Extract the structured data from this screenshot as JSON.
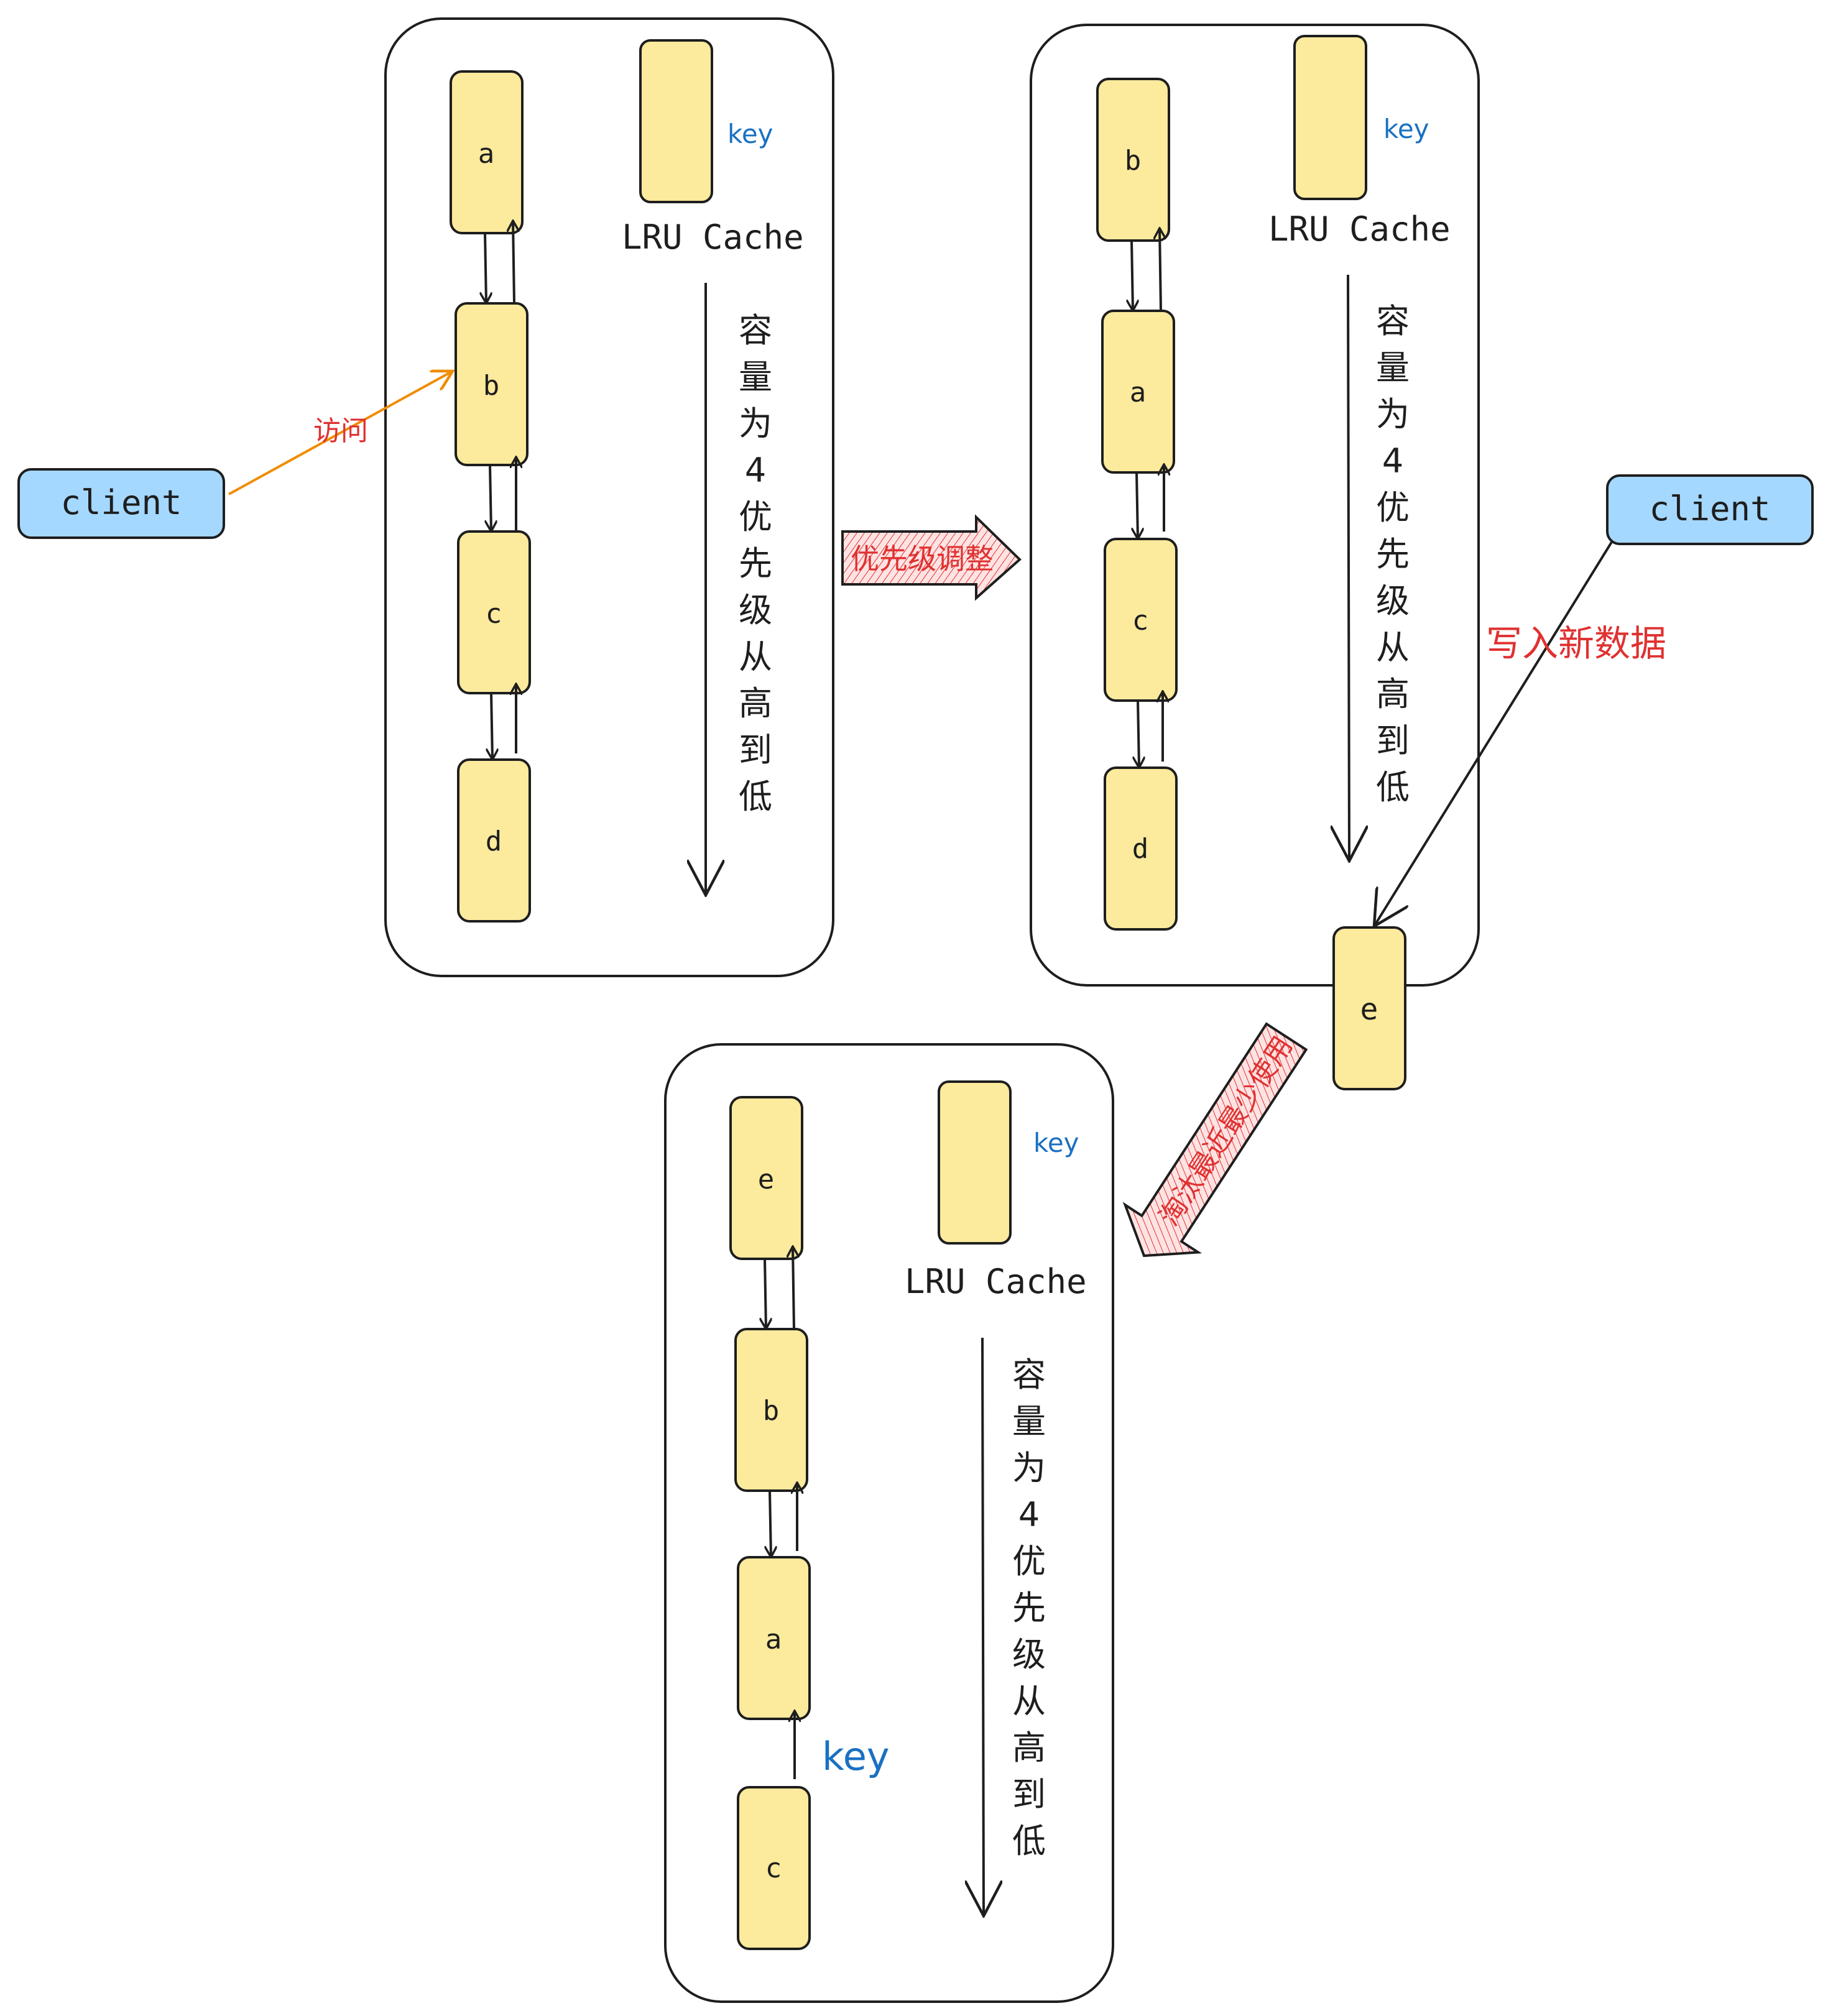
{
  "panels": [
    {
      "title": "LRU Cache",
      "key_label": "key",
      "capacity_text": [
        "容",
        "量",
        "为",
        "4",
        "优",
        "先",
        "级",
        "从",
        "高",
        "到",
        "低"
      ],
      "nodes": [
        "a",
        "b",
        "c",
        "d"
      ]
    },
    {
      "title": "LRU Cache",
      "key_label": "key",
      "capacity_text": [
        "容",
        "量",
        "为",
        "4",
        "优",
        "先",
        "级",
        "从",
        "高",
        "到",
        "低"
      ],
      "nodes": [
        "b",
        "a",
        "c",
        "d"
      ],
      "incoming_node": "e"
    },
    {
      "title": "LRU Cache",
      "key_label": "key",
      "capacity_text": [
        "容",
        "量",
        "为",
        "4",
        "优",
        "先",
        "级",
        "从",
        "高",
        "到",
        "低"
      ],
      "nodes": [
        "e",
        "b",
        "a",
        "c"
      ],
      "detached_label": "key"
    }
  ],
  "clients": [
    "client",
    "client"
  ],
  "edge_labels": {
    "access": "访问",
    "priority_adjust": "优先级调整",
    "write_new": "写入新数据",
    "evict_lru": "淘汰最近最少使用"
  },
  "colors": {
    "node_fill": "#fcea9d",
    "client_fill": "#a5d8ff",
    "stroke": "#1e1e1e",
    "red_text": "#e03131",
    "blue_text": "#1971c2",
    "orange_arrow": "#f08c00"
  }
}
